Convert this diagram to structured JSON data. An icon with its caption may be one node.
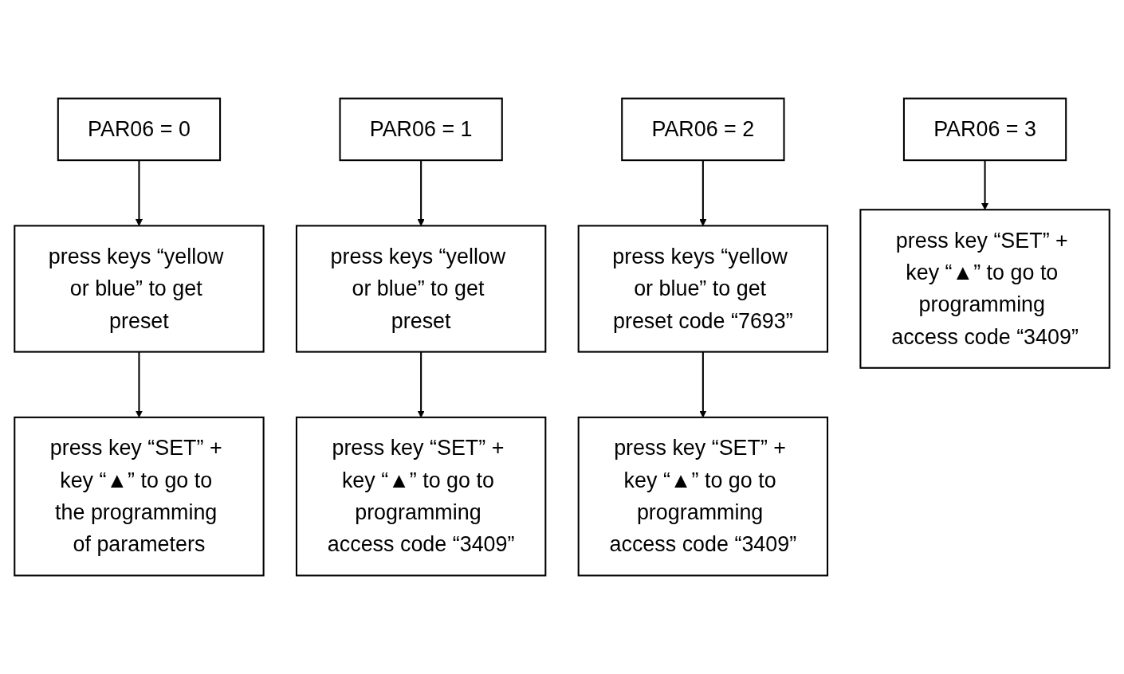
{
  "diagram": {
    "nodes": [
      {
        "text": [
          "PAR06 = 0"
        ]
      },
      {
        "text": [
          "PAR06 = 1"
        ]
      },
      {
        "text": [
          "PAR06 = 2"
        ]
      },
      {
        "text": [
          "PAR06 = 3"
        ]
      },
      {
        "text": [
          "press keys “yellow or blue” to get preset"
        ]
      },
      {
        "text": [
          "press keys “yellow or blue” to get preset"
        ]
      },
      {
        "text": [
          "press keys “yellow or blue” to get preset code “7693”"
        ]
      },
      {
        "text": [
          "press key “SET” + key “▲” to go to the programming of parameters"
        ]
      },
      {
        "text": [
          "press key “SET” + key “▲” to go to programming access code “3409”"
        ]
      },
      {
        "text": [
          "press key “SET” + key “▲” to go to programming access code “3409”"
        ]
      },
      {
        "text": [
          "press key “SET” + key “▲” to go to programming access code “3409”"
        ]
      }
    ],
    "edges": [
      {
        "from": 0,
        "to": 4,
        "arrow": "to"
      },
      {
        "from": 1,
        "to": 5,
        "arrow": "to"
      },
      {
        "from": 2,
        "to": 6,
        "arrow": "to"
      },
      {
        "from": 3,
        "to": 10,
        "arrow": "to"
      },
      {
        "from": 4,
        "to": 7,
        "arrow": "to"
      },
      {
        "from": 5,
        "to": 8,
        "arrow": "to"
      },
      {
        "from": 6,
        "to": 9,
        "arrow": "to"
      }
    ]
  }
}
